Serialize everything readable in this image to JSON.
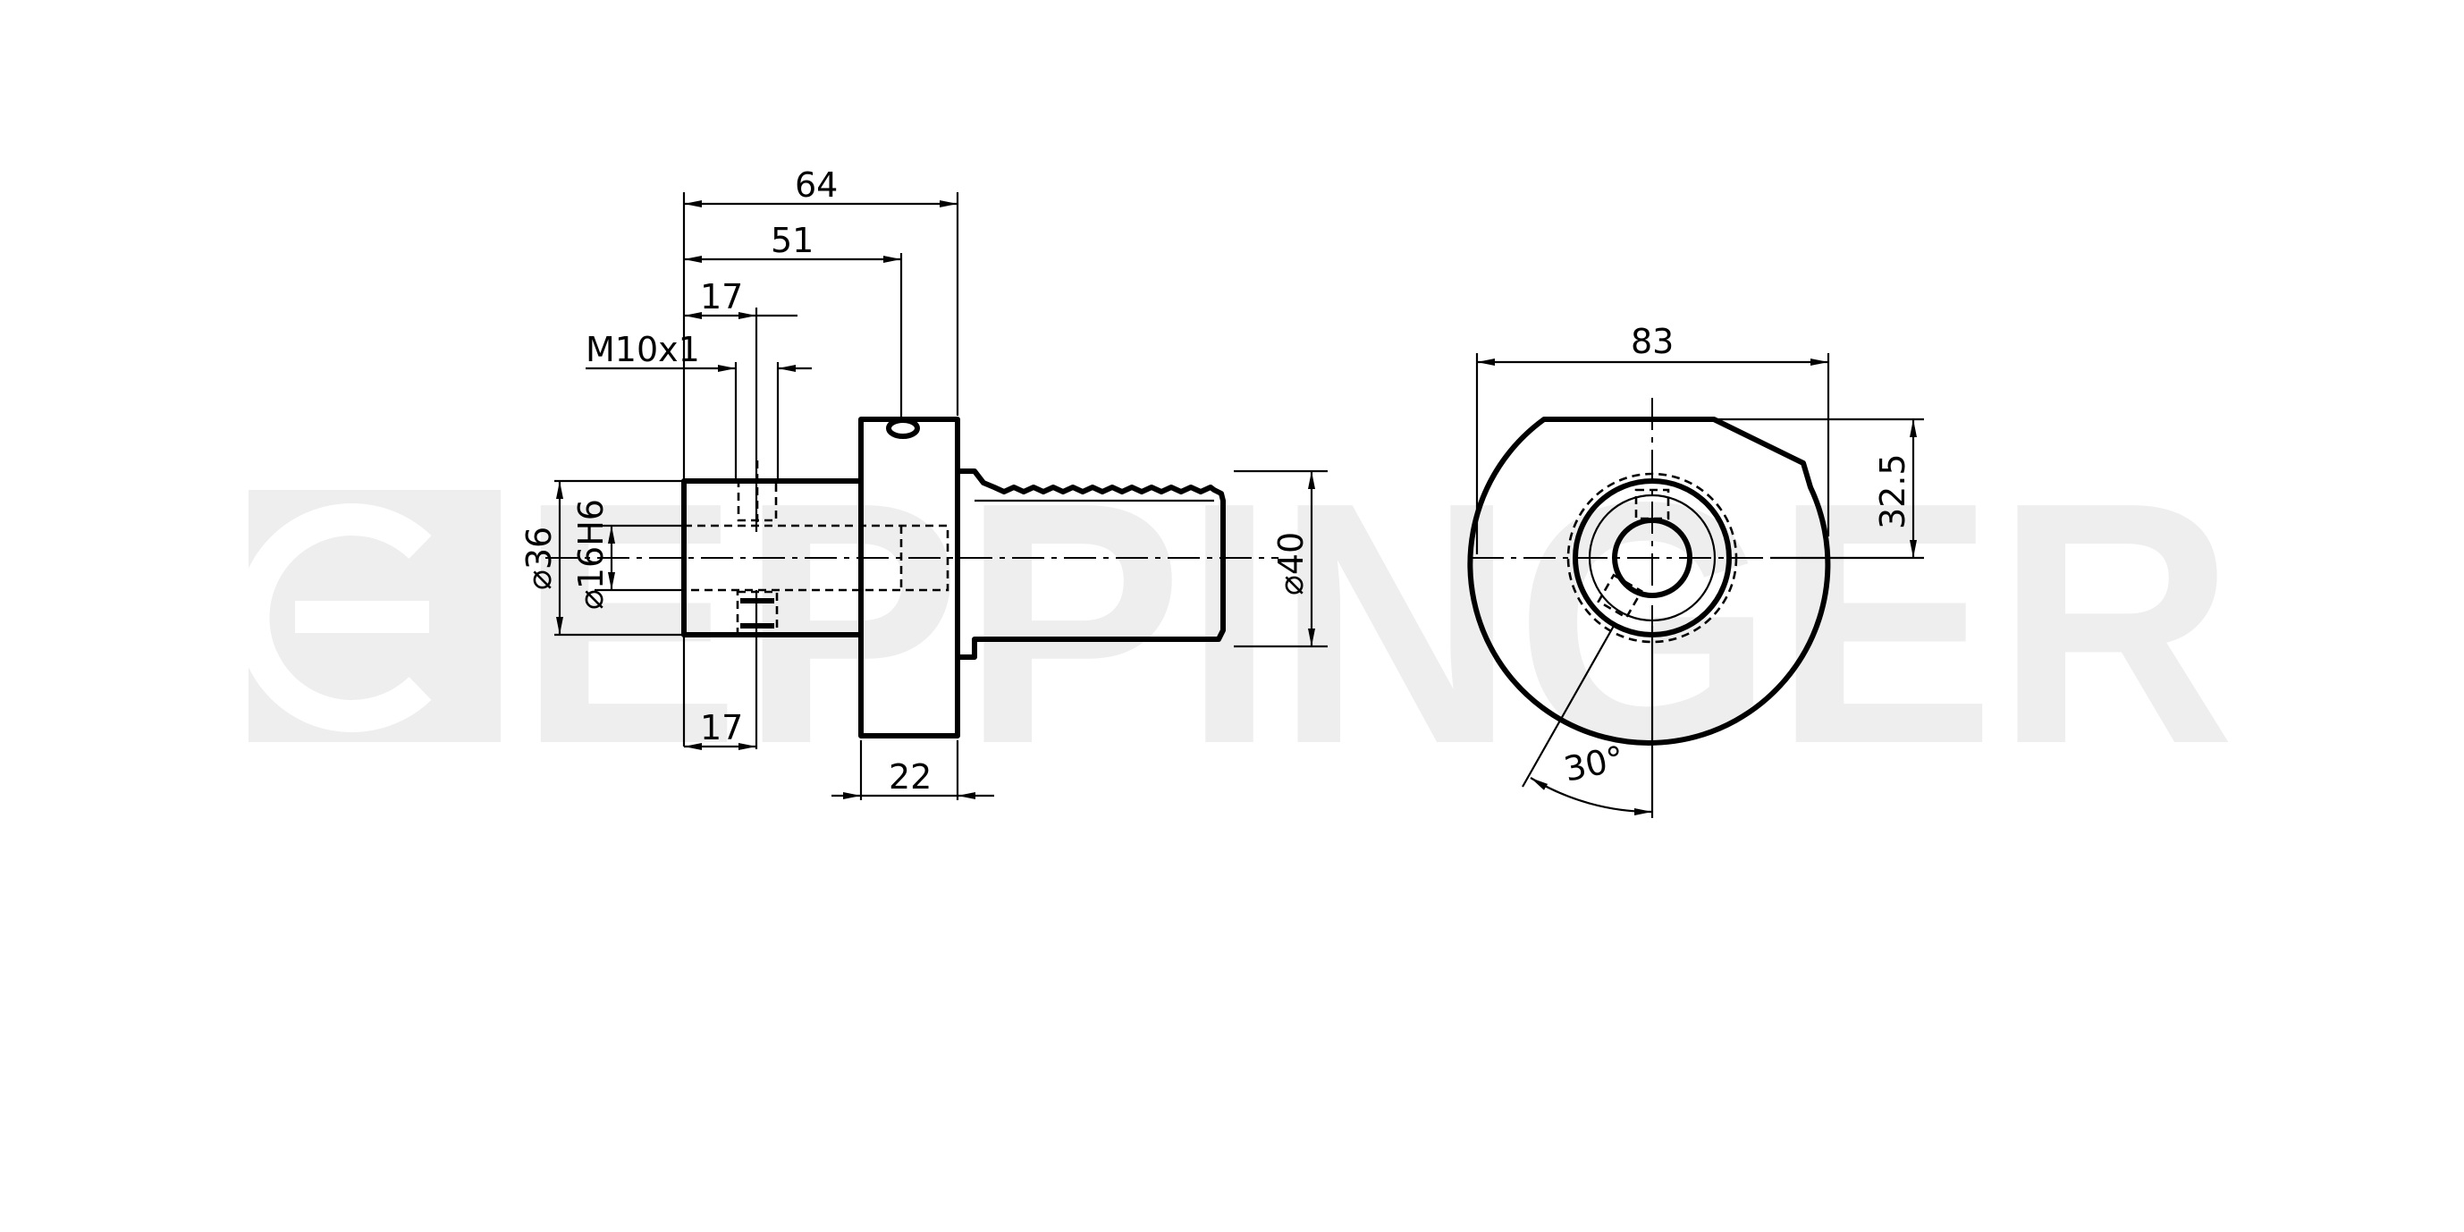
{
  "watermark": {
    "text": "EPPINGER"
  },
  "side_view": {
    "dim_total_length": "64",
    "dim_length_51": "51",
    "dim_top_17": "17",
    "dim_thread": "M10x1",
    "dim_bottom_17": "17",
    "dim_flange_width": "22",
    "dim_dia_36": "⌀36",
    "dim_bore": "⌀16H6",
    "dim_shank_dia": "⌀40"
  },
  "front_view": {
    "dim_width": "83",
    "dim_height": "32.5",
    "dim_angle": "30°"
  }
}
